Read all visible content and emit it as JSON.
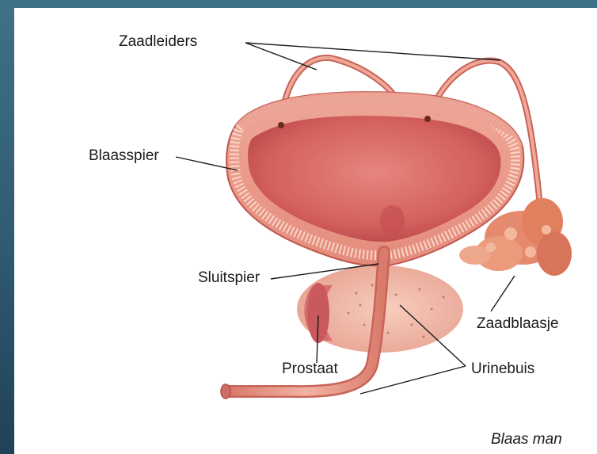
{
  "labels": {
    "zaadleiders": "Zaadleiders",
    "blaasspier": "Blaasspier",
    "sluitspier": "Sluitspier",
    "zaadblaasje": "Zaadblaasje",
    "prostaat": "Prostaat",
    "urinebuis": "Urinebuis"
  },
  "caption": "Blaas man",
  "colors": {
    "background": "#2f5a72",
    "tissue": "#e89888",
    "tissue_dark": "#c9645a",
    "lumen": "#d66a66",
    "prostate": "#f0b8a8"
  }
}
